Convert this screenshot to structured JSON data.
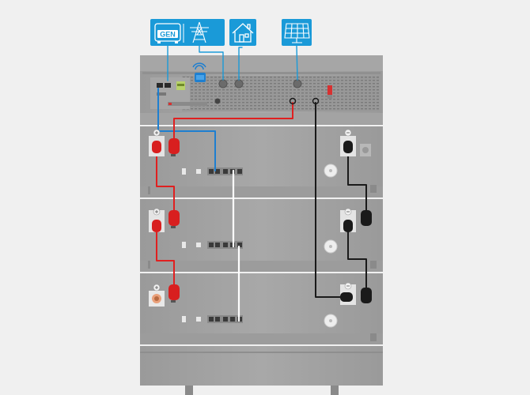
{
  "icons": {
    "generator": {
      "label": "GEN",
      "name": "generator-icon"
    },
    "grid": {
      "name": "power-tower-icon"
    },
    "home": {
      "name": "house-icon"
    },
    "solar": {
      "name": "solar-panel-icon"
    }
  },
  "modules": [
    {
      "id": 1,
      "name": "battery-module-1"
    },
    {
      "id": 2,
      "name": "battery-module-2"
    },
    {
      "id": 3,
      "name": "battery-module-3"
    }
  ],
  "colors": {
    "icon_blue": "#1a9ad8",
    "cable_red": "#e02020",
    "cable_black": "#1a1a1a",
    "cable_blue": "#1e7fd0",
    "cable_white": "#ffffff",
    "cabinet": "#a3a3a3",
    "cabinet_dark": "#8e8e8e",
    "background": "#f0f0f0"
  }
}
